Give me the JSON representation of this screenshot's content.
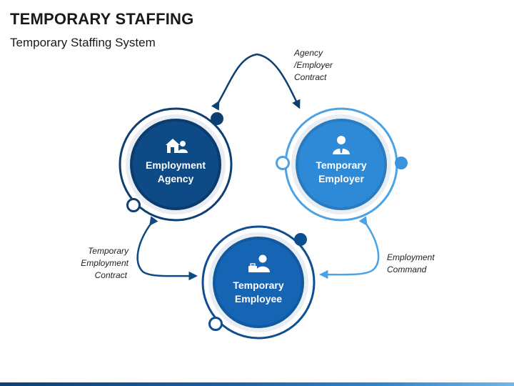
{
  "header": {
    "title": "TEMPORARY STAFFING",
    "subtitle": "Temporary Staffing System"
  },
  "diagram": {
    "nodes": {
      "agency": {
        "line1": "Employment",
        "line2": "Agency",
        "icon": "house-person-icon"
      },
      "employer": {
        "line1": "Temporary",
        "line2": "Employer",
        "icon": "businessman-icon"
      },
      "employee": {
        "line1": "Temporary",
        "line2": "Employee",
        "icon": "worker-briefcase-icon"
      }
    },
    "edges": {
      "agency_employer": {
        "line1": "Agency",
        "line2": "/Employer",
        "line3": "Contract"
      },
      "agency_employee": {
        "line1": "Temporary",
        "line2": "Employment",
        "line3": "Contract"
      },
      "employer_employee": {
        "line1": "Employment",
        "line2": "Command"
      }
    },
    "colors": {
      "agency": "#0d4a86",
      "agency_ring": "#0d3f73",
      "employer": "#2e8ad6",
      "employer_ring": "#4ba3e6",
      "employee": "#1565b4",
      "employee_ring": "#0e4f92",
      "halo": "#e9eef3"
    }
  }
}
